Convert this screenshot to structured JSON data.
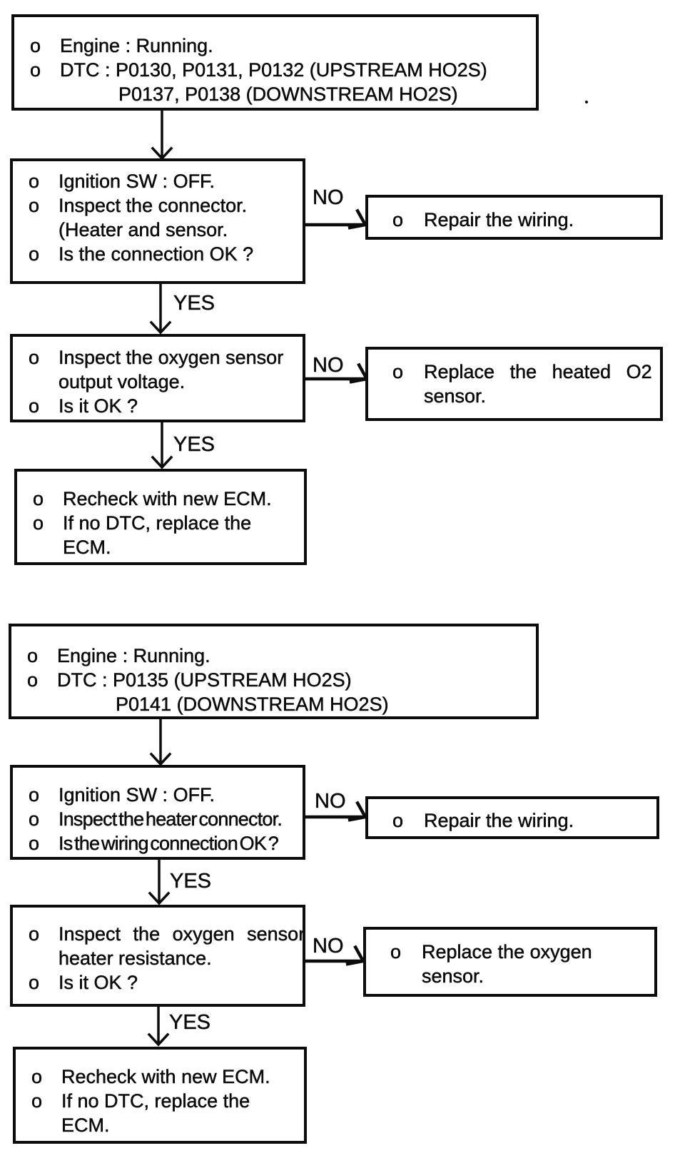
{
  "colors": {
    "ink": "#0c0c0c",
    "paper": "#ffffff"
  },
  "labels": {
    "yes": "YES",
    "no": "NO"
  },
  "flowchart1": {
    "start": {
      "lines": [
        {
          "bullet": "o",
          "text": "Engine : Running."
        },
        {
          "bullet": "o",
          "text": "DTC : P0130, P0131, P0132 (UPSTREAM HO2S)"
        },
        {
          "bullet": "",
          "text": "P0137, P0138 (DOWNSTREAM HO2S)"
        }
      ]
    },
    "check_connector": {
      "lines": [
        {
          "bullet": "o",
          "text": "Ignition SW : OFF."
        },
        {
          "bullet": "o",
          "text": "Inspect the connector."
        },
        {
          "bullet": "",
          "text": "(Heater and sensor."
        },
        {
          "bullet": "o",
          "text": "Is the connection OK ?"
        }
      ]
    },
    "repair_wiring": {
      "lines": [
        {
          "bullet": "o",
          "text": "Repair the wiring."
        }
      ]
    },
    "check_output_voltage": {
      "lines": [
        {
          "bullet": "o",
          "text": "Inspect the oxygen sensor"
        },
        {
          "bullet": "",
          "text": "output voltage."
        },
        {
          "bullet": "o",
          "text": "Is it OK ?"
        }
      ]
    },
    "replace_heated_o2_sensor": {
      "lines": [
        {
          "bullet": "o",
          "text": "Replace the heated O2"
        },
        {
          "bullet": "",
          "text": "sensor."
        }
      ]
    },
    "recheck_ecm": {
      "lines": [
        {
          "bullet": "o",
          "text": "Recheck with new ECM."
        },
        {
          "bullet": "o",
          "text": "If no DTC, replace the"
        },
        {
          "bullet": "",
          "text": "ECM."
        }
      ]
    }
  },
  "flowchart2": {
    "start": {
      "lines": [
        {
          "bullet": "o",
          "text": "Engine : Running."
        },
        {
          "bullet": "o",
          "text": "DTC : P0135 (UPSTREAM HO2S)"
        },
        {
          "bullet": "",
          "text": "P0141 (DOWNSTREAM HO2S)"
        }
      ]
    },
    "check_heater_connector": {
      "lines": [
        {
          "bullet": "o",
          "text": "Ignition SW : OFF."
        },
        {
          "bullet": "o",
          "text": "Inspect the heater connector."
        },
        {
          "bullet": "o",
          "text": "Is the wiring connection OK ?"
        }
      ]
    },
    "repair_wiring": {
      "lines": [
        {
          "bullet": "o",
          "text": "Repair the wiring."
        }
      ]
    },
    "check_heater_resistance": {
      "lines": [
        {
          "bullet": "o",
          "text": "Inspect the oxygen sensor"
        },
        {
          "bullet": "",
          "text": "heater resistance."
        },
        {
          "bullet": "o",
          "text": "Is it OK ?"
        }
      ]
    },
    "replace_oxygen_sensor": {
      "lines": [
        {
          "bullet": "o",
          "text": "Replace the oxygen"
        },
        {
          "bullet": "",
          "text": "sensor."
        }
      ]
    },
    "recheck_ecm": {
      "lines": [
        {
          "bullet": "o",
          "text": "Recheck with new ECM."
        },
        {
          "bullet": "o",
          "text": "If no DTC, replace the"
        },
        {
          "bullet": "",
          "text": "ECM."
        }
      ]
    }
  },
  "artifacts": {
    "stray_period": "."
  }
}
